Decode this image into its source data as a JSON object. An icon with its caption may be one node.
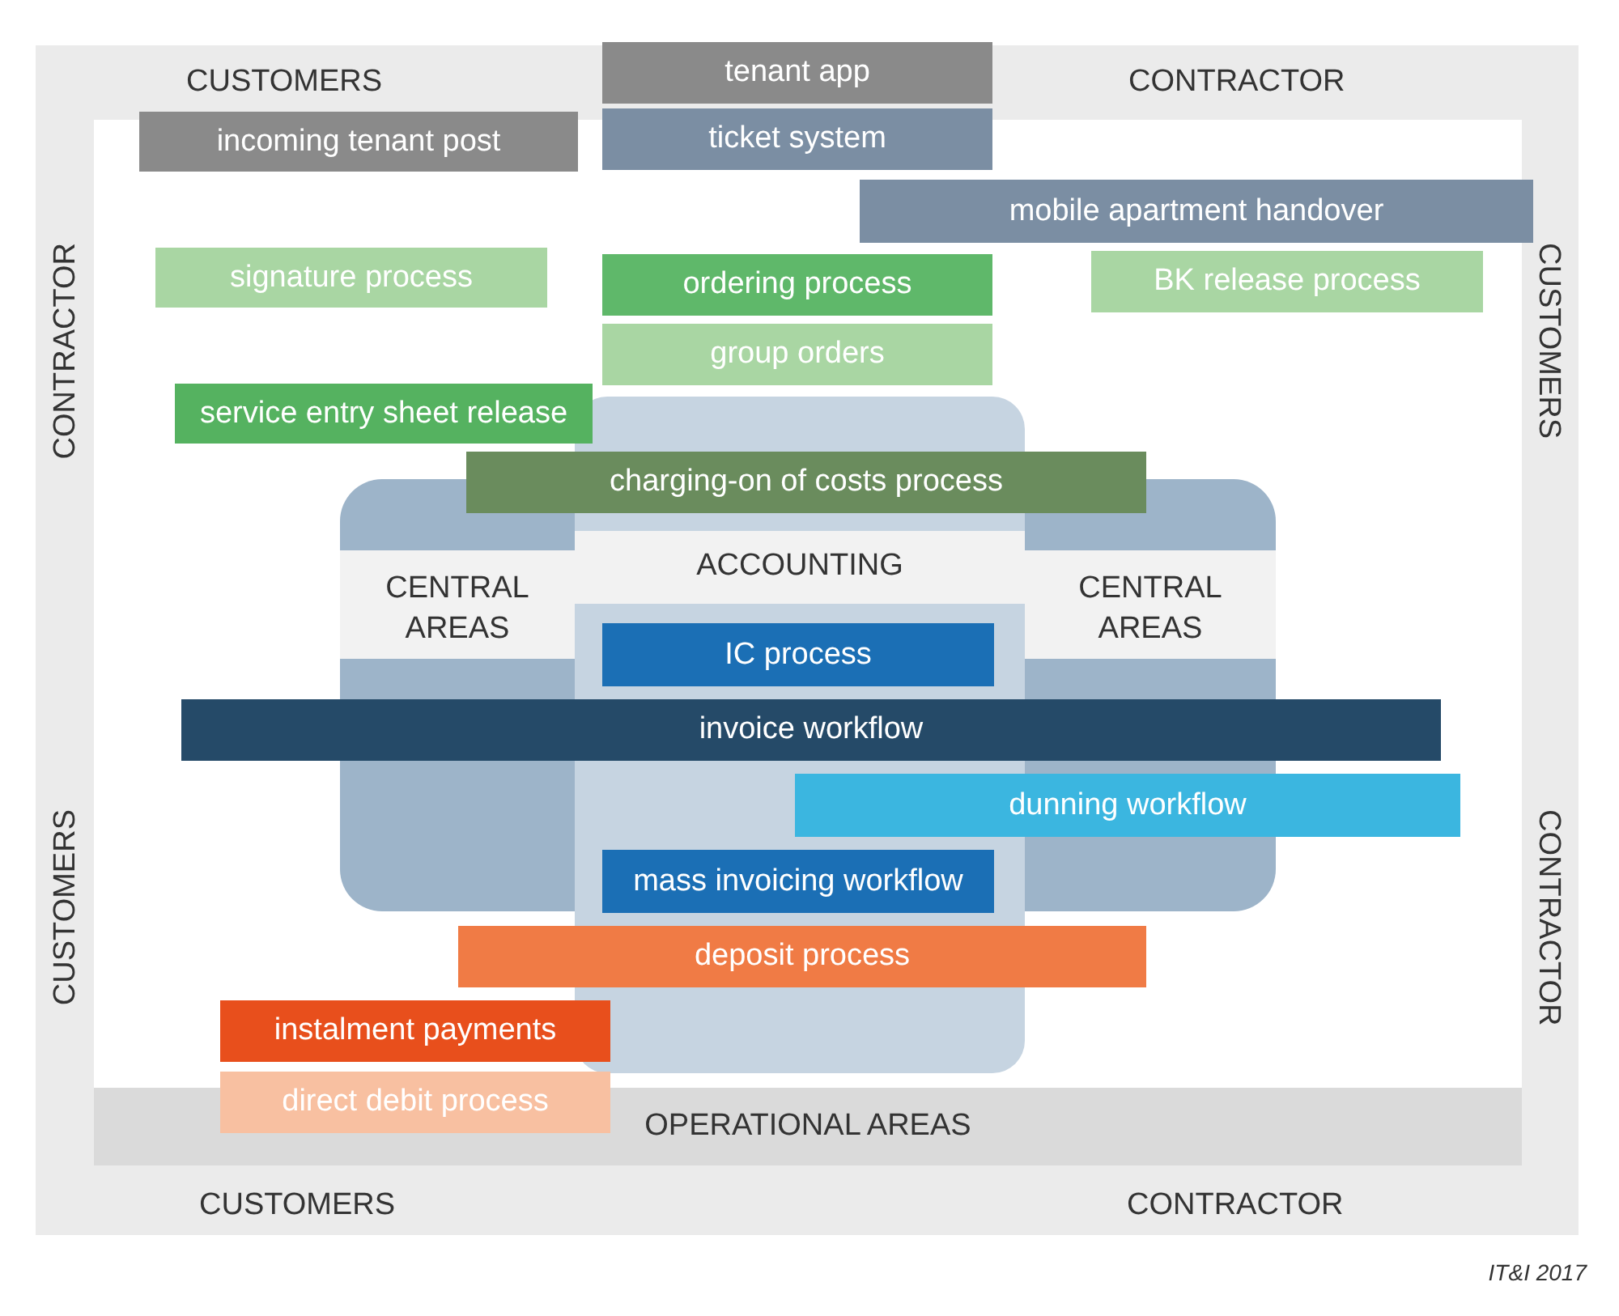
{
  "diagram": {
    "nodes": [
      {
        "text": [
          "tenant app"
        ]
      },
      {
        "text": [
          "incoming tenant post"
        ]
      },
      {
        "text": [
          "ticket system"
        ]
      },
      {
        "text": [
          "mobile apartment handover"
        ]
      },
      {
        "text": [
          "signature process"
        ]
      },
      {
        "text": [
          "ordering process"
        ]
      },
      {
        "text": [
          "BK release process"
        ]
      },
      {
        "text": [
          "group orders"
        ]
      },
      {
        "text": [
          "service entry sheet release"
        ]
      },
      {
        "text": [
          "ACCOUNTING"
        ]
      },
      {
        "text": [
          "charging-on of costs process"
        ]
      },
      {
        "text": [
          "CENTRAL AREAS",
          "CENTRAL AREAS"
        ]
      },
      {
        "text": [
          "IC process"
        ]
      },
      {
        "text": [
          "invoice workflow"
        ]
      },
      {
        "text": [
          "dunning workflow"
        ]
      },
      {
        "text": [
          "mass invoicing workflow"
        ]
      },
      {
        "text": [
          "deposit process"
        ]
      },
      {
        "text": [
          "instalment payments"
        ]
      },
      {
        "text": [
          "direct debit process"
        ]
      },
      {
        "text": [
          "OPERATIONAL AREAS"
        ]
      }
    ],
    "edges": [],
    "labels": [
      "CUSTOMERS",
      "CONTRACTOR",
      "CONTRACTOR",
      "CUSTOMERS",
      "CUSTOMERS",
      "CONTRACTOR",
      "CUSTOMERS",
      "CONTRACTOR",
      "IT&I 2017"
    ]
  }
}
